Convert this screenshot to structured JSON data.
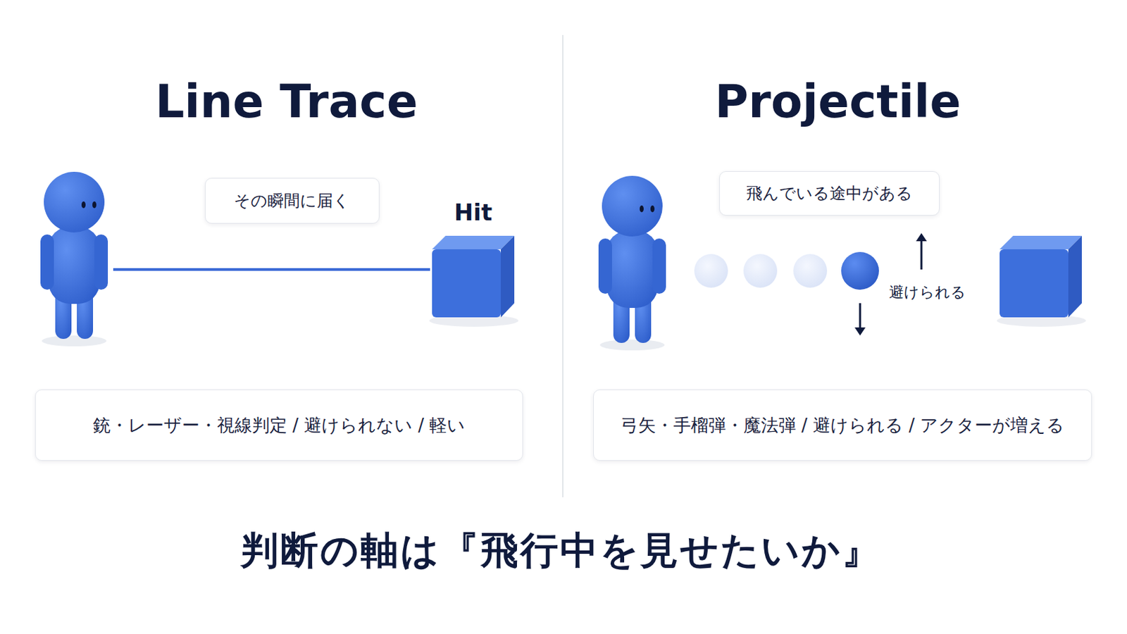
{
  "diagram": {
    "caption": "判断の軸は『飛行中を見せたいか』",
    "nodes": [
      {
        "text": [
          "その瞬間に届く"
        ]
      },
      {
        "text": [
          "飛んでいる途中がある"
        ]
      },
      {
        "text": [
          "銃・レーザー・視線判定 / 避けられない / 軽い"
        ]
      },
      {
        "text": [
          "弓矢・手榴弾・魔法弾 / 避けられる / アクターが増える"
        ]
      }
    ],
    "labels": [
      "Line Trace",
      "Projectile",
      "Hit",
      "避けられる"
    ]
  }
}
